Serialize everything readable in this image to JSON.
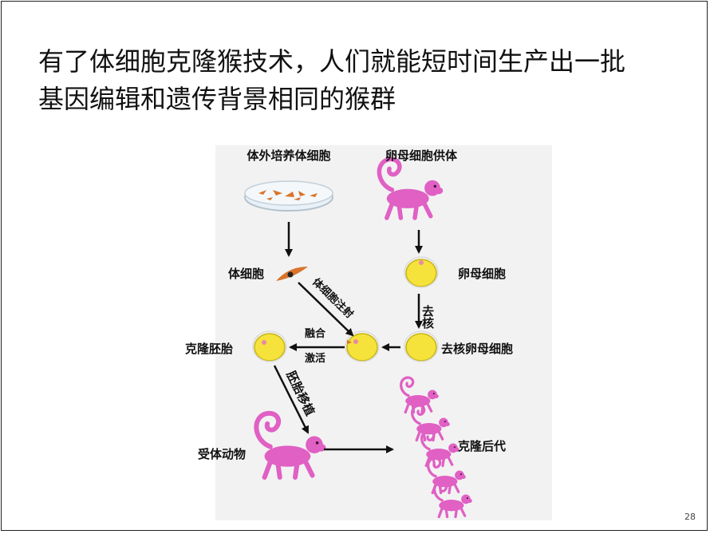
{
  "title": {
    "line1": "有了体细胞克隆猴技术，人们就能短时间生产出一批",
    "line2": "基因编辑和遗传背景相同的猴群"
  },
  "diagram": {
    "somatic_culture": "体外培养体细胞",
    "egg_donor": "卵母细胞供体",
    "somatic_cell": "体细胞",
    "oocyte": "卵母细胞",
    "enucleation": "去核",
    "somatic_injection": "体细胞注射",
    "fusion": "融合",
    "activation": "激活",
    "enucleated_oocyte": "去核卵母细胞",
    "cloned_embryo": "克隆胚胎",
    "embryo_transfer": "胚胎移植",
    "recipient_animal": "受体动物",
    "cloned_offspring": "克隆后代"
  },
  "colors": {
    "monkey": "#e060c4",
    "egg": "#f5e23a",
    "egg_outline": "#c8b516",
    "somatic": "#d9742b",
    "arrow": "#111111",
    "background_panel": "#f2f2f2"
  },
  "page_number": "28"
}
